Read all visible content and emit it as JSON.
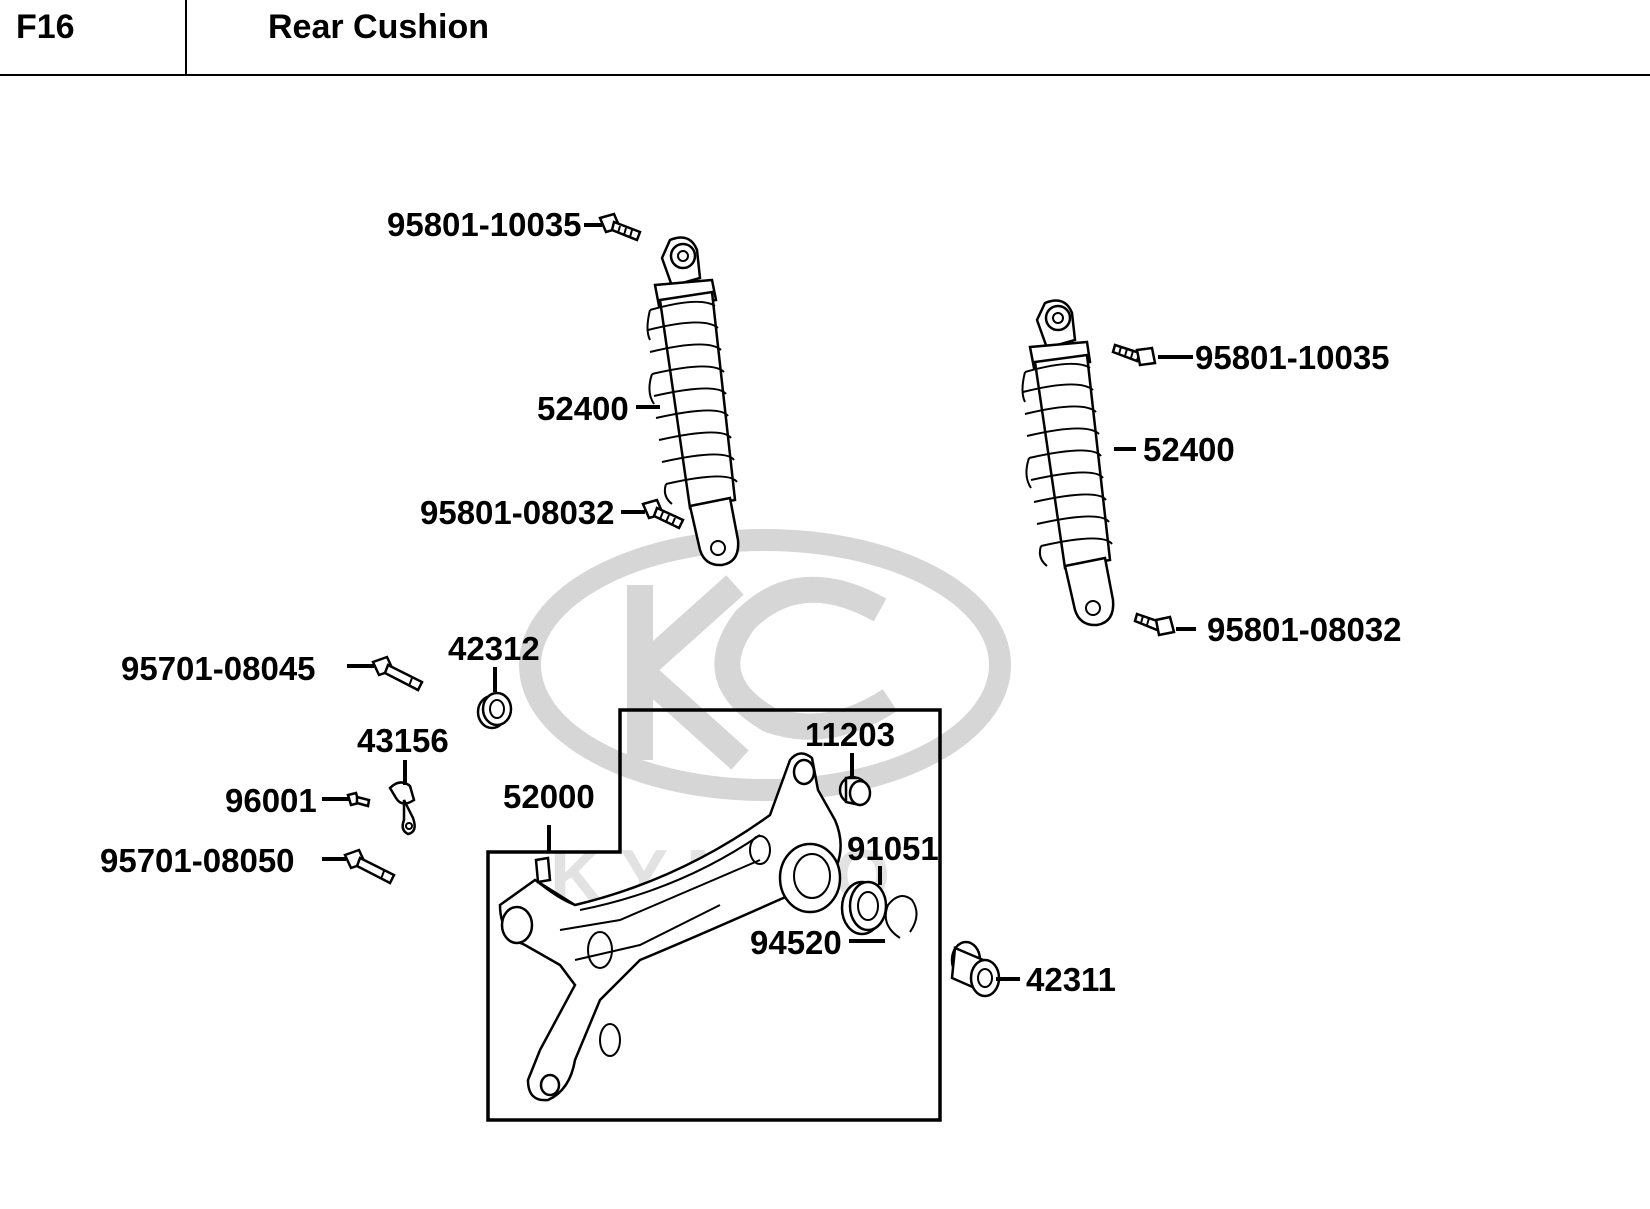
{
  "header": {
    "section_code": "F16",
    "title": "Rear Cushion"
  },
  "watermark": "KYMCO",
  "parts": [
    {
      "id": "bolt-top-left",
      "number": "95801-10035"
    },
    {
      "id": "shock-left",
      "number": "52400"
    },
    {
      "id": "bolt-mid-left",
      "number": "95801-08032"
    },
    {
      "id": "bolt-top-right",
      "number": "95801-10035"
    },
    {
      "id": "shock-right",
      "number": "52400"
    },
    {
      "id": "bolt-bottom-right",
      "number": "95801-08032"
    },
    {
      "id": "bolt-long-upper",
      "number": "95701-08045"
    },
    {
      "id": "collar-42312",
      "number": "42312"
    },
    {
      "id": "clamp-43156",
      "number": "43156"
    },
    {
      "id": "screw-96001",
      "number": "96001"
    },
    {
      "id": "bolt-long-lower",
      "number": "95701-08050"
    },
    {
      "id": "collar-11203",
      "number": "11203"
    },
    {
      "id": "swing-arm",
      "number": "52000"
    },
    {
      "id": "bearing-91051",
      "number": "91051"
    },
    {
      "id": "circlip-94520",
      "number": "94520"
    },
    {
      "id": "collar-42311",
      "number": "42311"
    }
  ]
}
